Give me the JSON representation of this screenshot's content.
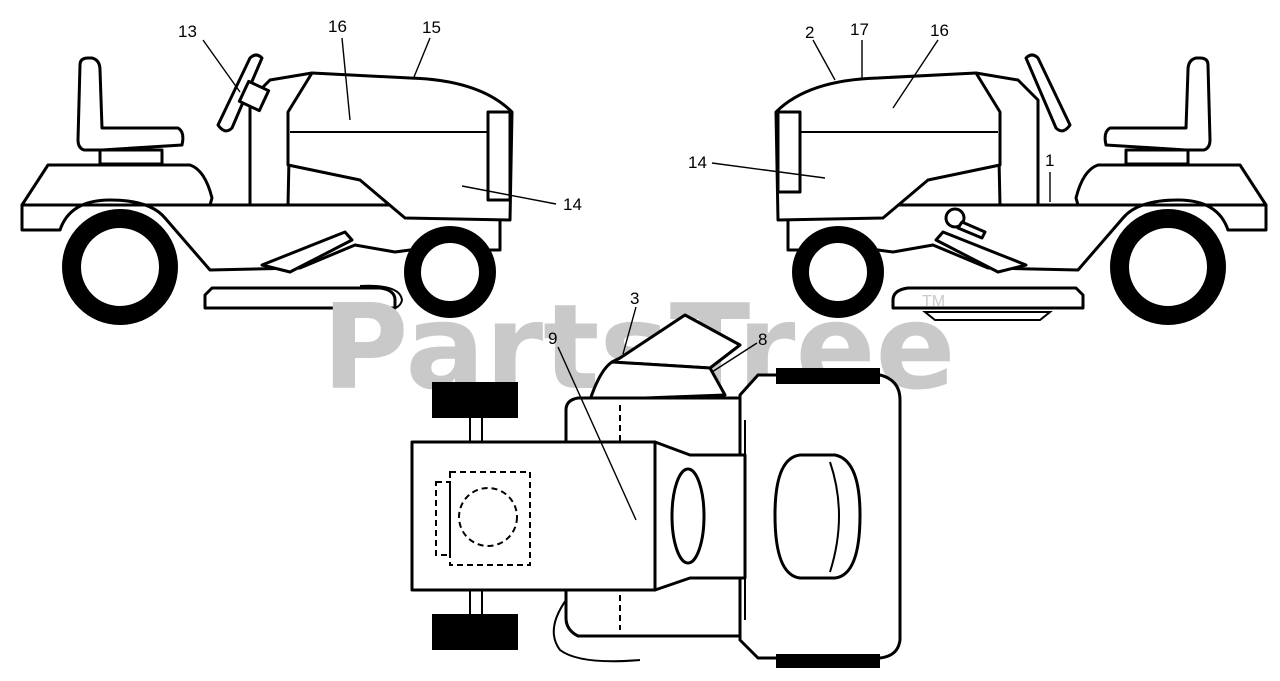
{
  "watermark": {
    "text": "PartsTree",
    "trademark": "TM"
  },
  "views": {
    "left_side": {
      "callouts": [
        {
          "id": "13",
          "label": "13"
        },
        {
          "id": "16",
          "label": "16"
        },
        {
          "id": "15",
          "label": "15"
        },
        {
          "id": "14",
          "label": "14"
        }
      ]
    },
    "right_side": {
      "callouts": [
        {
          "id": "2",
          "label": "2"
        },
        {
          "id": "17",
          "label": "17"
        },
        {
          "id": "16",
          "label": "16"
        },
        {
          "id": "14",
          "label": "14"
        },
        {
          "id": "1",
          "label": "1"
        }
      ]
    },
    "top": {
      "callouts": [
        {
          "id": "3",
          "label": "3"
        },
        {
          "id": "9",
          "label": "9"
        },
        {
          "id": "8",
          "label": "8"
        }
      ]
    }
  },
  "colors": {
    "line": "#000000",
    "watermark": "#c9c9c9",
    "background": "#ffffff"
  }
}
